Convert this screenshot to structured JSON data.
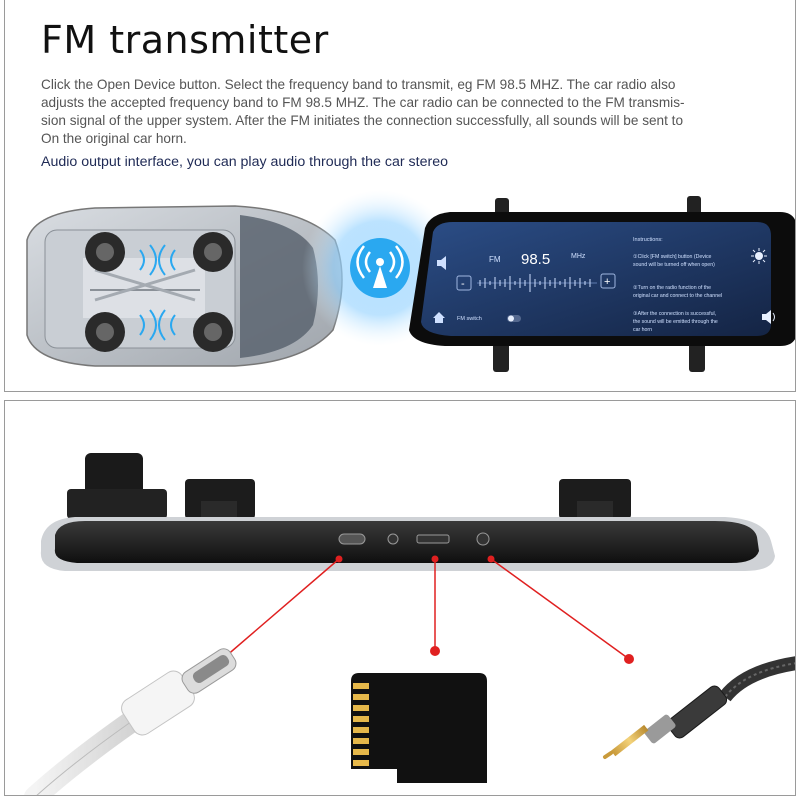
{
  "header": {
    "title": "FM transmitter"
  },
  "description": {
    "lines": [
      "Click the Open Device button. Select the frequency band to transmit, eg FM 98.5 MHZ. The car radio also",
      "adjusts the accepted frequency band to FM 98.5 MHZ. The car radio can be connected to the FM transmis-",
      "sion signal of the upper system. After the FM initiates the connection successfully, all sounds will be sent to",
      "On the original car horn."
    ]
  },
  "audio_caption": "Audio output interface, you can play audio through the car stereo",
  "mirror_screen": {
    "fm_label": "FM",
    "frequency": "98.5",
    "unit": "MHz",
    "minus": "-",
    "plus": "+",
    "switch_label": "FM switch",
    "instructions_title": "Instructions:",
    "instructions": [
      "①Click [FM switch] button (Device",
      "sound will be turned off when open)",
      "②Turn on the radio function of the",
      "original car and connect to the channel",
      "③After the connection is successful,",
      "the sound will be emitted through the",
      "car horn"
    ]
  },
  "colors": {
    "accent_blue": "#2aa8f0",
    "pointer_red": "#e02020",
    "screen_bg": "#1d2f5c"
  },
  "icons": [
    "fm-broadcast-icon",
    "speaker-icon",
    "home-icon",
    "volume-icon",
    "brightness-icon"
  ]
}
